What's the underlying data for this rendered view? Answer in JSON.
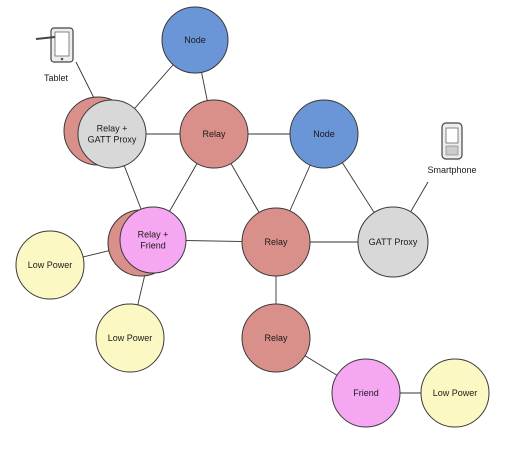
{
  "colors": {
    "node": "#6a96d8",
    "relay": "#d98f8a",
    "gatt_proxy": "#d8d8d8",
    "low_power": "#fbf8c4",
    "friend": "#f6a7f2",
    "device_body": "#eeeeee"
  },
  "nodes": [
    {
      "id": "node_top",
      "role": "node",
      "lines": [
        "Node"
      ]
    },
    {
      "id": "relay_gatt",
      "role": "gatt_proxy",
      "shadow": "relay",
      "lines": [
        "Relay +",
        "GATT Proxy"
      ]
    },
    {
      "id": "relay_center",
      "role": "relay",
      "lines": [
        "Relay"
      ]
    },
    {
      "id": "node_right",
      "role": "node",
      "lines": [
        "Node"
      ]
    },
    {
      "id": "relay_friend",
      "role": "friend",
      "shadow": "relay",
      "lines": [
        "Relay +",
        "Friend"
      ]
    },
    {
      "id": "relay_mid",
      "role": "relay",
      "lines": [
        "Relay"
      ]
    },
    {
      "id": "gatt_proxy",
      "role": "gatt_proxy",
      "lines": [
        "GATT Proxy"
      ]
    },
    {
      "id": "low_power_left",
      "role": "low_power",
      "lines": [
        "Low Power"
      ]
    },
    {
      "id": "low_power_bottom",
      "role": "low_power",
      "lines": [
        "Low Power"
      ]
    },
    {
      "id": "relay_bottom",
      "role": "relay",
      "lines": [
        "Relay"
      ]
    },
    {
      "id": "friend",
      "role": "friend",
      "lines": [
        "Friend"
      ]
    },
    {
      "id": "low_power_right",
      "role": "low_power",
      "lines": [
        "Low Power"
      ]
    }
  ],
  "devices": [
    {
      "id": "tablet",
      "label": "Tablet",
      "icon": "tablet-icon"
    },
    {
      "id": "smartphone",
      "label": "Smartphone",
      "icon": "smartphone-icon"
    }
  ],
  "edges": [
    [
      "node_top",
      "relay_gatt"
    ],
    [
      "node_top",
      "relay_center"
    ],
    [
      "relay_gatt",
      "relay_center"
    ],
    [
      "relay_gatt",
      "relay_friend"
    ],
    [
      "relay_center",
      "node_right"
    ],
    [
      "relay_center",
      "relay_friend"
    ],
    [
      "relay_center",
      "relay_mid"
    ],
    [
      "node_right",
      "relay_mid"
    ],
    [
      "node_right",
      "gatt_proxy"
    ],
    [
      "relay_friend",
      "relay_mid"
    ],
    [
      "relay_friend",
      "low_power_left"
    ],
    [
      "relay_friend",
      "low_power_bottom"
    ],
    [
      "relay_mid",
      "gatt_proxy"
    ],
    [
      "relay_mid",
      "relay_bottom"
    ],
    [
      "relay_bottom",
      "friend"
    ],
    [
      "friend",
      "low_power_right"
    ],
    [
      "tablet",
      "relay_gatt"
    ],
    [
      "smartphone",
      "gatt_proxy"
    ]
  ]
}
